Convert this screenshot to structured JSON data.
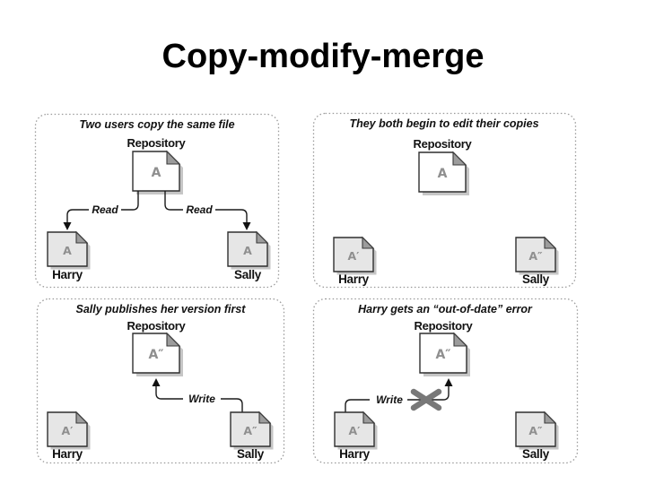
{
  "title": "Copy-modify-merge",
  "panels": {
    "p1": {
      "caption": "Two users copy the same file",
      "repository_label": "Repository",
      "read_label": "Read",
      "repo_letter": "A",
      "harry_letter": "A",
      "sally_letter": "A",
      "harry_name": "Harry",
      "sally_name": "Sally"
    },
    "p2": {
      "caption": "They both begin to edit their copies",
      "repository_label": "Repository",
      "repo_letter": "A",
      "harry_letter": "A′",
      "sally_letter": "A″",
      "harry_name": "Harry",
      "sally_name": "Sally"
    },
    "p3": {
      "caption": "Sally publishes her version first",
      "repository_label": "Repository",
      "write_label": "Write",
      "repo_letter": "A″",
      "harry_letter": "A′",
      "sally_letter": "A″",
      "harry_name": "Harry",
      "sally_name": "Sally"
    },
    "p4": {
      "caption": "Harry gets an “out-of-date” error",
      "repository_label": "Repository",
      "write_label": "Write",
      "repo_letter": "A″",
      "harry_letter": "A′",
      "sally_letter": "A″",
      "harry_name": "Harry",
      "sally_name": "Sally"
    }
  },
  "colors": {
    "background": "#ffffff",
    "title_text": "#000000",
    "panel_border_dotted": "#9a9a9a",
    "repo_doc_fill": "#ffffff",
    "user_doc_fill": "#e6e6e6",
    "doc_fold": "#9c9c9c",
    "doc_letter": "#8f8f8f",
    "doc_shadow": "#c6c6c6",
    "connector_line": "#1a1a1a",
    "blocked_x": "#787878"
  }
}
